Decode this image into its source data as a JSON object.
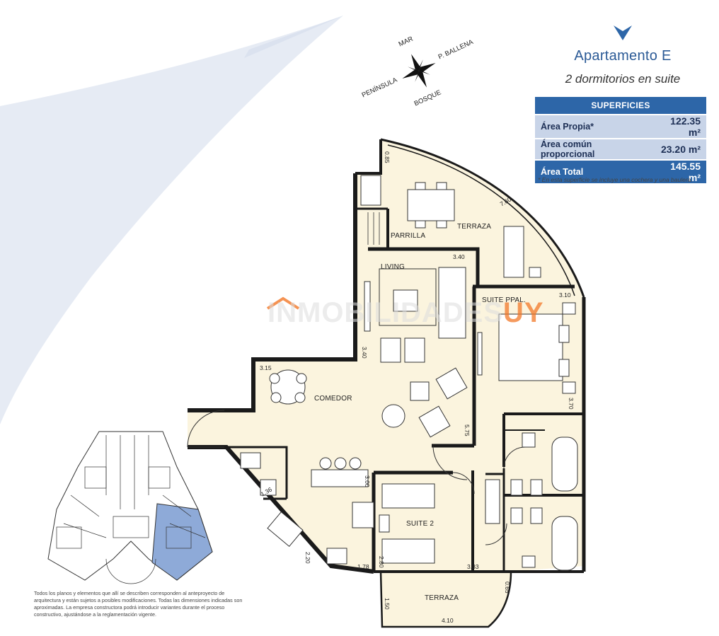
{
  "header": {
    "title": "Apartamento E",
    "subtitle": "2 dormitorios en suite"
  },
  "compass": {
    "north": "MAR",
    "east": "P. BALLENA",
    "west": "PENÍNSULA",
    "south": "BOSQUE"
  },
  "superficies": {
    "heading": "SUPERFICIES",
    "rows": [
      {
        "label": "Área Propia*",
        "value": "122.35 m²"
      },
      {
        "label": "Área común proporcional",
        "value": "23.20 m²"
      },
      {
        "label": "Área Total",
        "value": "145.55 m²"
      }
    ],
    "footnote": "* En esta superficie se incluye una cochera y una baulera."
  },
  "rooms": {
    "parrilla": "PARRILLA",
    "terraza_top": "TERRAZA",
    "living": "LIVING",
    "suite_ppal": "SUITE PPAL.",
    "comedor": "COMEDOR",
    "suite_2": "SUITE 2",
    "terraza_bottom": "TERRAZA"
  },
  "dimensions": {
    "d085": "0.85",
    "d760": "7.60",
    "d340a": "3.40",
    "d310": "3.10",
    "d340b": "3.40",
    "d315": "3.15",
    "d370": "3.70",
    "d575": "5.75",
    "d300": "3.00",
    "d136": "1.36",
    "d220": "2.20",
    "d178": "1.78",
    "d280": "2.80",
    "d333": "3.33",
    "d065": "0.65",
    "d150": "1.50",
    "d410": "4.10"
  },
  "watermark": {
    "left": "INMOBILIDADES",
    "right": "UY"
  },
  "disclaimer": "Todos los planos y elementos que allí se describen corresponden al anteproyecto de arquitectura y están sujetos a posibles modificaciones. Todas las dimensiones indicadas son aproximadas. La empresa constructora podrá introducir variantes durante el proceso constructivo, ajustándose a la reglamentación vigente.",
  "colors": {
    "accent": "#2d66a8",
    "floor": "#fbf4de",
    "wall": "#1a1a1a",
    "highlight_unit": "#8eaad8",
    "background_swoosh": "#e6ebf4"
  },
  "icons": {
    "title_marker": "chevron-down-icon",
    "compass": "compass-rose-icon"
  }
}
